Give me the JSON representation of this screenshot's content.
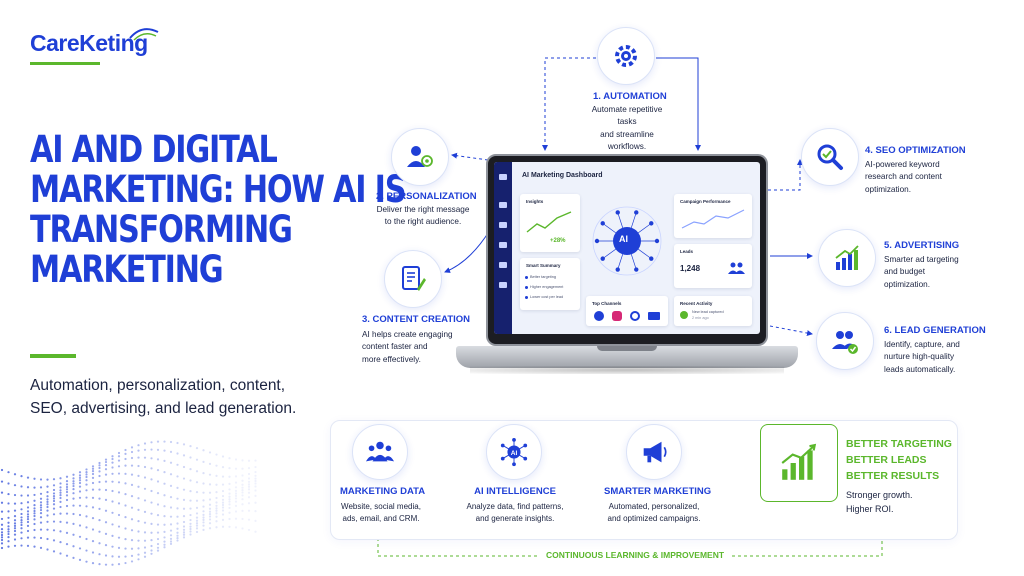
{
  "brand": {
    "logo_text": "CareKeting"
  },
  "colors": {
    "primary": "#1f3fd6",
    "accent_green": "#5bb72c",
    "text": "#1b2340",
    "navy": "#16216e"
  },
  "headline": {
    "lines": [
      "AI AND DIGITAL",
      "MARKETING: HOW AI IS",
      "TRANSFORMING",
      "MARKETING"
    ]
  },
  "subtext": {
    "line1": "Automation, personalization, content,",
    "line2": "SEO, advertising, and lead generation."
  },
  "features": [
    {
      "title": "1. AUTOMATION",
      "desc1": "Automate repetitive tasks",
      "desc2": "and streamline workflows.",
      "desc3": "",
      "icon": "gear-icon"
    },
    {
      "title": "2. PERSONALIZATION",
      "desc1": "Deliver the right message",
      "desc2": "to the right audience.",
      "desc3": "",
      "icon": "user-target-icon"
    },
    {
      "title": "3. CONTENT CREATION",
      "desc1": "AI helps create engaging",
      "desc2": "content faster and",
      "desc3": "more effectively.",
      "icon": "document-pen-icon"
    },
    {
      "title": "4. SEO OPTIMIZATION",
      "desc1": "AI-powered keyword",
      "desc2": "research and content",
      "desc3": "optimization.",
      "icon": "magnifier-check-icon"
    },
    {
      "title": "5. ADVERTISING",
      "desc1": "Smarter ad targeting",
      "desc2": "and budget",
      "desc3": "optimization.",
      "icon": "bar-growth-icon"
    },
    {
      "title": "6. LEAD GENERATION",
      "desc1": "Identify, capture, and",
      "desc2": "nurture high-quality",
      "desc3": "leads automatically.",
      "icon": "people-check-icon"
    }
  ],
  "dashboard": {
    "title": "AI Marketing Dashboard",
    "insights_label": "Insights",
    "insights_value": "+28%",
    "campaign_label": "Campaign Performance",
    "leads_label": "Leads",
    "leads_value": "1,248",
    "smart_summary_label": "Smart Summary",
    "summary_items": [
      "Better targeting",
      "Higher engagement",
      "Lower cost per lead"
    ],
    "ai_label": "AI",
    "top_channels_label": "Top Channels",
    "recent_activity_label": "Recent Activity",
    "activity_text": "New lead captured",
    "activity_time": "2 min ago"
  },
  "flow": [
    {
      "title": "MARKETING DATA",
      "desc1": "Website, social media,",
      "desc2": "ads, email, and CRM.",
      "desc3": "",
      "icon": "people-group-icon"
    },
    {
      "title": "AI INTELLIGENCE",
      "desc1": "Analyze data, find patterns,",
      "desc2": "and generate insights.",
      "desc3": "",
      "icon": "ai-network-icon"
    },
    {
      "title": "SMARTER MARKETING",
      "desc1": "Automated, personalized,",
      "desc2": "and optimized campaigns.",
      "desc3": "",
      "icon": "megaphone-icon"
    }
  ],
  "results": {
    "lines": [
      "BETTER TARGETING",
      "BETTER LEADS",
      "BETTER RESULTS"
    ],
    "sub1": "Stronger growth.",
    "sub2": "Higher ROI."
  },
  "loop_label": "CONTINUOUS LEARNING & IMPROVEMENT"
}
